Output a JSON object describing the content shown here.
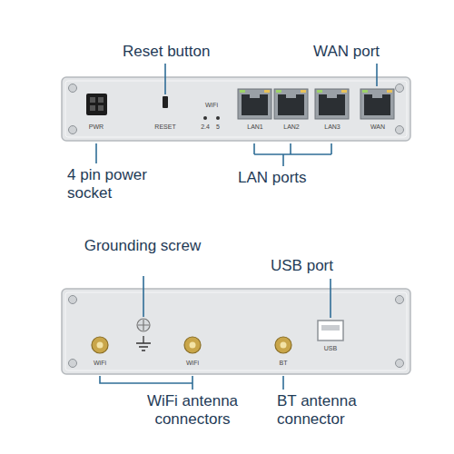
{
  "diagram": {
    "labels": [
      "Reset button",
      "WAN port",
      "PWR",
      "RESET",
      "WiFi",
      "2.4",
      "5",
      "LAN1",
      "LAN2",
      "LAN3",
      "WAN",
      "4 pin power socket",
      "LAN ports",
      "Grounding screw",
      "USB port",
      "WiFi",
      "WiFi",
      "BT",
      "USB",
      "WiFi antenna connectors",
      "BT antenna connector"
    ]
  }
}
